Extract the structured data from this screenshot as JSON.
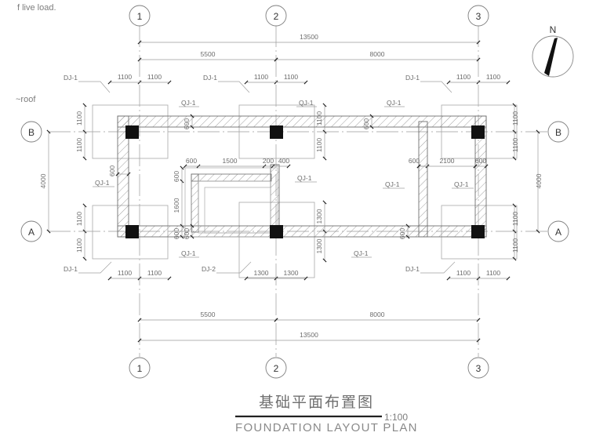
{
  "notes": {
    "top_left_fragment": "f live load.",
    "roof_label": "~roof"
  },
  "compass": {
    "label": "N",
    "name": "north-arrow"
  },
  "title": {
    "chinese": "基础平面布置图",
    "english": "FOUNDATION LAYOUT PLAN",
    "scale": "1:100"
  },
  "grid": {
    "vertical_labels": [
      "1",
      "2",
      "3"
    ],
    "horizontal_labels": [
      "B",
      "A"
    ]
  },
  "dimensions": {
    "top_overall": "13500",
    "top_bays": [
      "5500",
      "8000"
    ],
    "bottom_overall": "13500",
    "bottom_bays": [
      "5500",
      "8000"
    ],
    "left_overall": "4000",
    "right_overall": "4000",
    "footing_half_dj1": "1100",
    "footing_half_dj2": "1300",
    "wall_width": "600",
    "center_chain": [
      "600",
      "1500",
      "200",
      "400"
    ],
    "center_vertical": [
      "600",
      "1600",
      "600"
    ],
    "right_bay_chain": [
      "600",
      "2100",
      "600"
    ],
    "right_half": [
      "1100",
      "1100"
    ],
    "dj2_vertical": [
      "1300",
      "1300"
    ]
  },
  "labels": {
    "pad_footing_type_1": "DJ-1",
    "pad_footing_type_2": "DJ-2",
    "strip_footing": "QJ-1"
  },
  "colors": {
    "line": "#8c8c8c",
    "heavy": "#1a1a1a",
    "text": "#6b6b6b",
    "thin": "#b4b4b4"
  },
  "leaders": {
    "dj1_instances": 5,
    "dj2_instances": 1,
    "qj1_instances": 8
  }
}
